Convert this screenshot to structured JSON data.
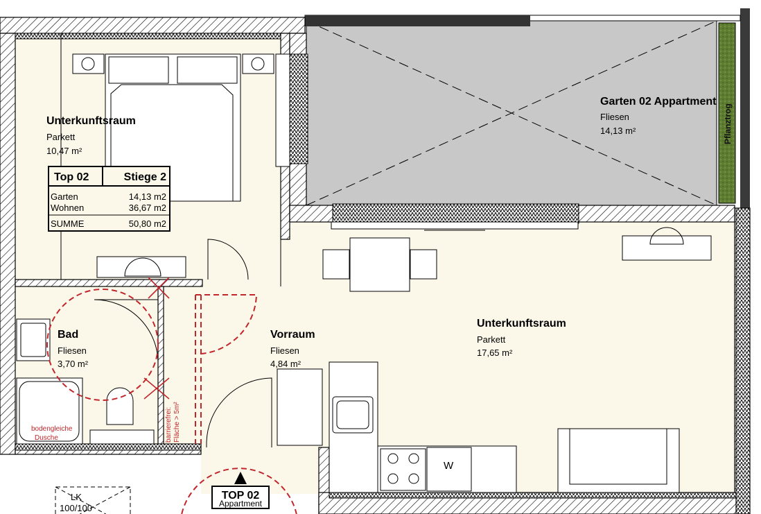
{
  "rooms": {
    "bedroom": {
      "name": "Unterkunftsraum",
      "floor": "Parkett",
      "area": "10,47 m²"
    },
    "garden": {
      "name": "Garten 02 Appartment",
      "floor": "Fliesen",
      "area": "14,13 m²"
    },
    "planter": {
      "name": "Pflanztrog"
    },
    "bath": {
      "name": "Bad",
      "floor": "Fliesen",
      "area": "3,70 m²"
    },
    "hall": {
      "name": "Vorraum",
      "floor": "Fliesen",
      "area": "4,84 m²"
    },
    "living": {
      "name": "Unterkunftsraum",
      "floor": "Parkett",
      "area": "17,65 m²"
    }
  },
  "summary_table": {
    "top": "Top  02",
    "stair": "Stiege 2",
    "rows": [
      {
        "label": "Garten",
        "value": "14,13 m2"
      },
      {
        "label": "Wohnen",
        "value": "36,67 m2"
      },
      {
        "label": "SUMME",
        "value": "50,80 m2"
      }
    ]
  },
  "annotations": {
    "shower_line1": "bodengleiche",
    "shower_line2": "Dusche",
    "accessible_line1": "barrierefrei:",
    "accessible_line2": "Fläche > 5m²",
    "washer": "W",
    "shaft_line1": "LK",
    "shaft_line2": "100/100",
    "entrance_title": "TOP 02",
    "entrance_sub": "Appartment"
  },
  "colors": {
    "room_fill": "#fbf8ea",
    "garden_fill": "#c8c8c8",
    "planter_green": "#5e7d32",
    "accessibility_red": "#c0262b"
  }
}
